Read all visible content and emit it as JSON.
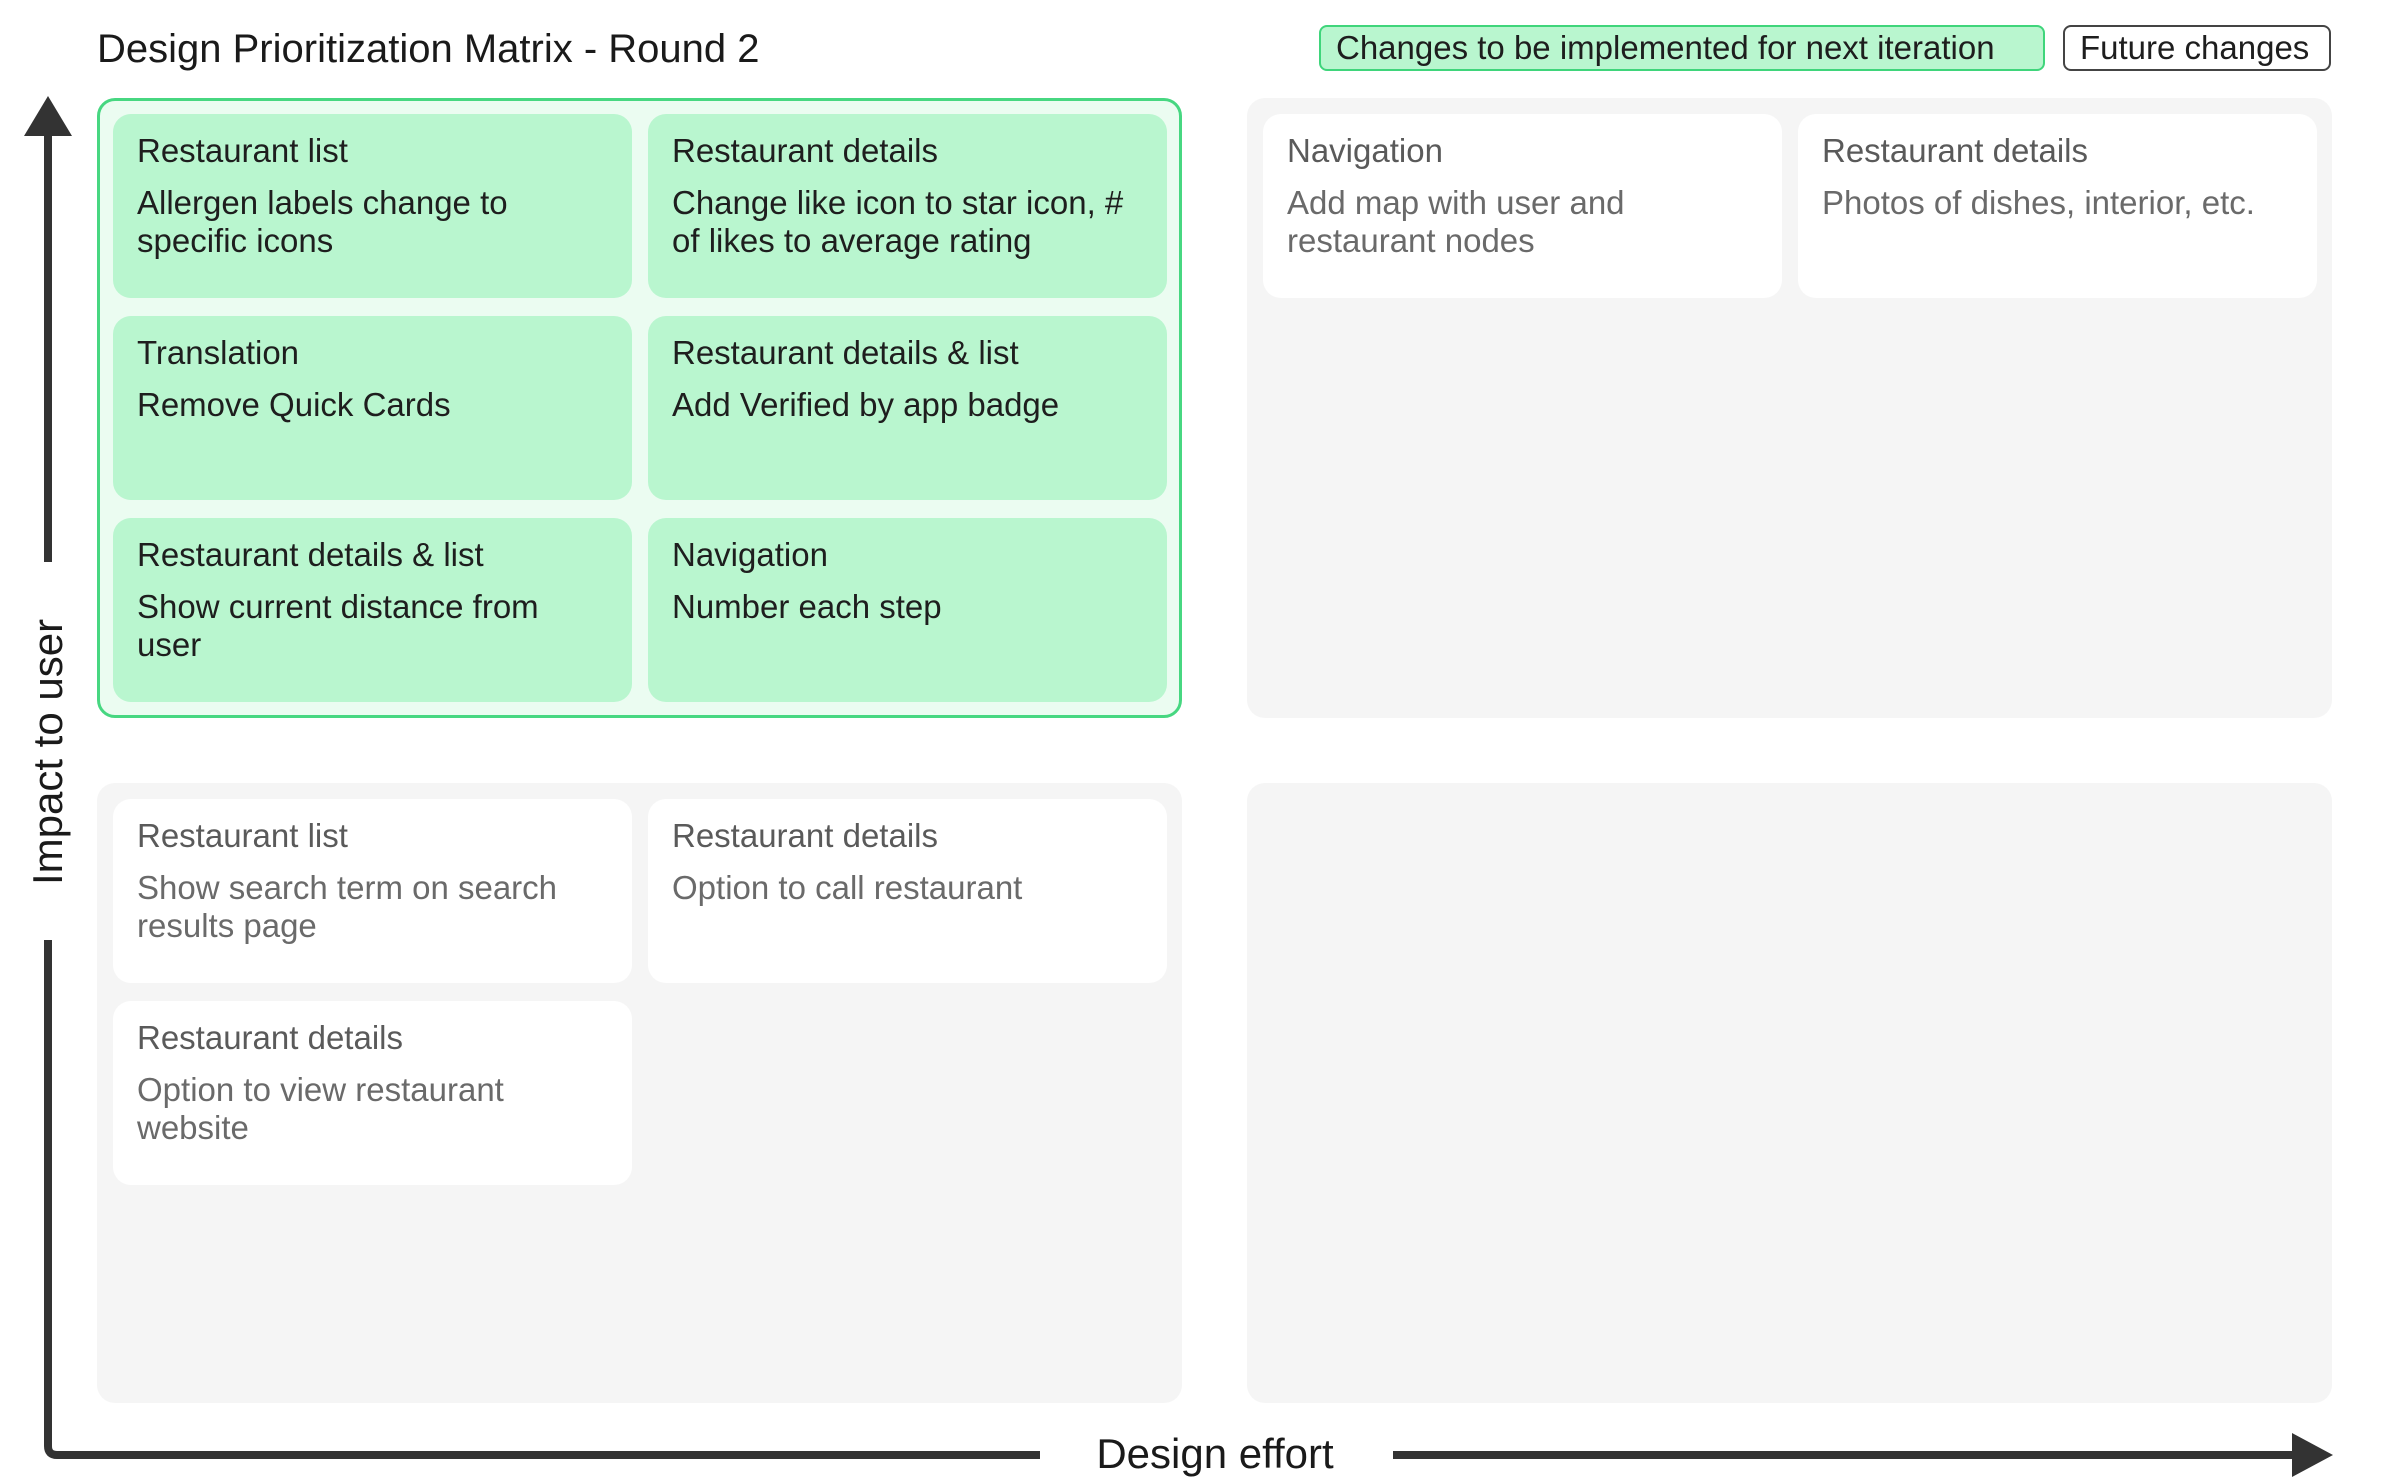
{
  "title": "Design Prioritization Matrix - Round 2",
  "legend": {
    "now_label": "Changes to be implemented for next iteration",
    "future_label": "Future changes"
  },
  "axes": {
    "x_label": "Design effort",
    "y_label": "Impact to user"
  },
  "colors": {
    "implement_now": "#b9f6cf",
    "implement_now_border": "#3fd57b",
    "future_card": "#ffffff",
    "quadrant_bg": "#f5f5f5",
    "axis": "#333333"
  },
  "quadrants": {
    "high_impact_low_effort": {
      "cards": [
        {
          "title": "Restaurant list",
          "text": "Allergen labels change to specific icons"
        },
        {
          "title": "Restaurant details",
          "text": "Change like icon to star icon, # of likes to average rating"
        },
        {
          "title": "Translation",
          "text": "Remove Quick Cards"
        },
        {
          "title": "Restaurant details & list",
          "text": "Add Verified by app badge"
        },
        {
          "title": "Restaurant details & list",
          "text": "Show current distance from user"
        },
        {
          "title": "Navigation",
          "text": "Number each step"
        }
      ]
    },
    "high_impact_high_effort": {
      "cards": [
        {
          "title": "Navigation",
          "text": "Add map with user and restaurant nodes"
        },
        {
          "title": "Restaurant details",
          "text": "Photos of dishes, interior, etc."
        }
      ]
    },
    "low_impact_low_effort": {
      "cards": [
        {
          "title": "Restaurant list",
          "text": "Show search term on search results page"
        },
        {
          "title": "Restaurant details",
          "text": "Option to call restaurant"
        },
        {
          "title": "Restaurant details",
          "text": "Option to view restaurant website"
        }
      ]
    },
    "low_impact_high_effort": {
      "cards": []
    }
  }
}
